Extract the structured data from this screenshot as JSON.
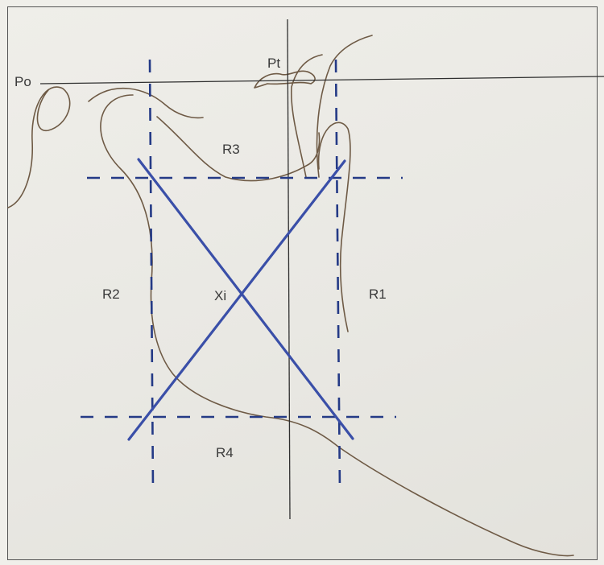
{
  "labels": {
    "po": "Po",
    "pt": "Pt",
    "r1": "R1",
    "r2": "R2",
    "r3": "R3",
    "r4": "R4",
    "xi": "Xi"
  },
  "colors": {
    "reference_lines": "#2f2f2f",
    "dashed_guides": "#243a86",
    "cross_lines": "#3a4fa8",
    "tracing": "#6e5a45"
  }
}
